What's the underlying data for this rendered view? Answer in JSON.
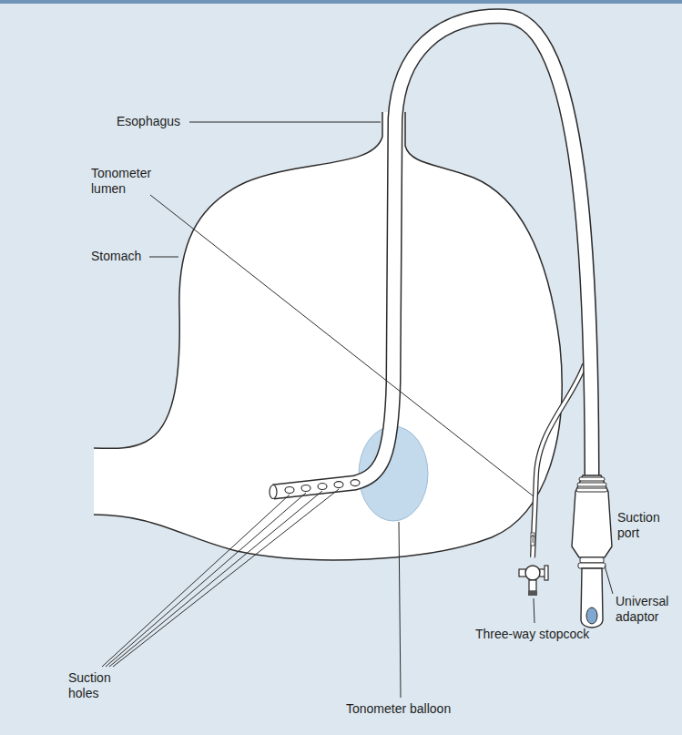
{
  "diagram": {
    "labels": [
      "Esophagus",
      "Tonometer lumen",
      "Stomach",
      "Suction port",
      "Universal adaptor",
      "Three-way stopcock",
      "Suction holes",
      "Tonometer balloon"
    ]
  }
}
